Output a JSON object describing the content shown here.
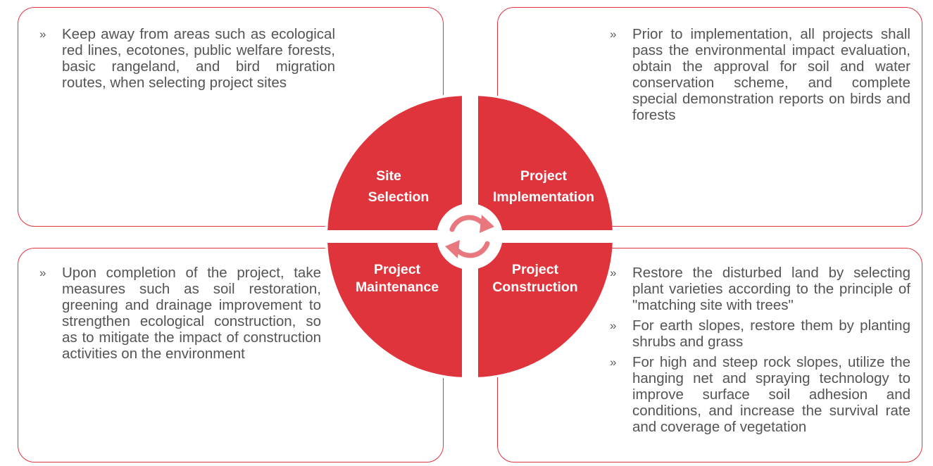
{
  "colors": {
    "accent": "#e0343d",
    "accent_light": "#e8787d",
    "text": "#545454"
  },
  "center_icon": "cycle-arrows-icon",
  "quadrants": {
    "site_selection": {
      "line1": "Site",
      "line2": "Selection"
    },
    "project_implementation": {
      "line1": "Project",
      "line2": "Implementation"
    },
    "project_maintenance": {
      "line1": "Project",
      "line2": "Maintenance"
    },
    "project_construction": {
      "line1": "Project",
      "line2": "Construction"
    }
  },
  "panels": {
    "site_selection": {
      "bullet": "»",
      "items": [
        "Keep away from areas such as ecological red lines, ecotones, public welfare forests, basic rangeland, and bird migration routes, when selecting project sites"
      ]
    },
    "project_implementation": {
      "bullet": "»",
      "items": [
        "Prior to implementation, all projects shall pass the environmental impact evaluation, obtain the approval for soil and water conservation scheme, and complete special demonstration reports on birds and forests"
      ]
    },
    "project_maintenance": {
      "bullet": "»",
      "items": [
        "Upon completion of the project, take measures such as soil restoration, greening and drainage improvement to strengthen ecological construction, so as to mitigate the impact of construction activities on the environment"
      ]
    },
    "project_construction": {
      "bullet": "»",
      "items": [
        "Restore the disturbed land by selecting plant varieties according to the principle of \"matching site with trees\"",
        "For earth slopes, restore them by planting shrubs and grass",
        "For high and steep rock slopes, utilize the hanging net and spraying technology to improve surface soil adhesion and conditions, and increase the survival rate and coverage of vegetation"
      ]
    }
  }
}
